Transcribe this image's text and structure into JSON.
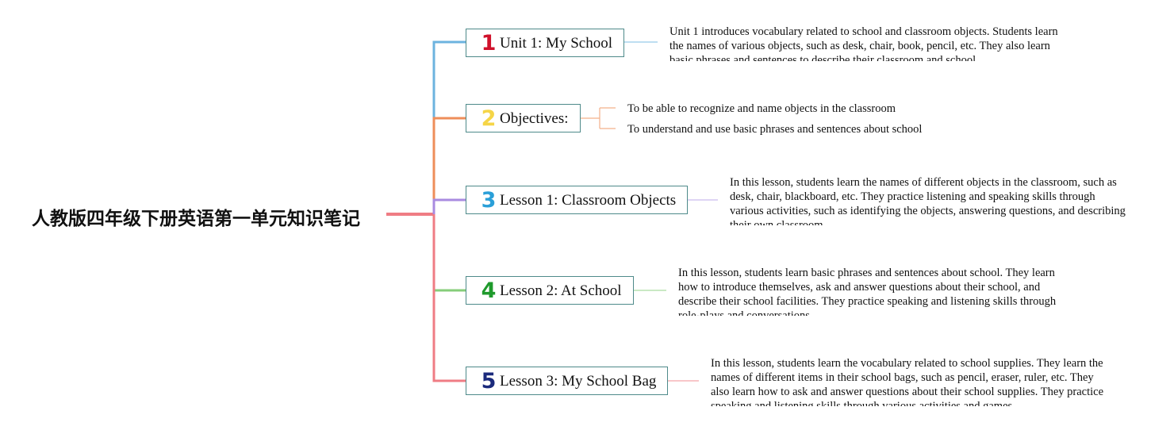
{
  "root": {
    "title": "人教版四年级下册英语第一单元知识笔记"
  },
  "colors": {
    "root_line": "#ef7c84",
    "branch_1": "#6cb3df",
    "branch_2": "#ee8e5a",
    "branch_3": "#a98be0",
    "branch_4": "#86cd7a",
    "branch_5": "#ef7c84",
    "num_1": "#d0112b",
    "num_2": "#f5d547",
    "num_3": "#2a9fd8",
    "num_4": "#1f9a2c",
    "num_5": "#1b2a7c",
    "box_border": "#4e8a8a"
  },
  "branches": [
    {
      "number": "1",
      "label": "Unit 1: My School",
      "description": "Unit 1 introduces vocabulary related to school and classroom objects. Students learn the names of various objects, such as desk, chair, book, pencil, etc. They also learn basic phrases and sentences to describe their classroom and school."
    },
    {
      "number": "2",
      "label": "Objectives:",
      "items": [
        "To be able to recognize and name objects in the classroom",
        "To understand and use basic phrases and sentences about school"
      ]
    },
    {
      "number": "3",
      "label": "Lesson 1: Classroom Objects",
      "description": "In this lesson, students learn the names of different objects in the classroom, such as desk, chair, blackboard, etc. They practice listening and speaking skills through various activities, such as identifying the objects, answering questions, and describing their own classroom."
    },
    {
      "number": "4",
      "label": "Lesson 2: At School",
      "description": "In this lesson, students learn basic phrases and sentences about school. They learn how to introduce themselves, ask and answer questions about their school, and describe their school facilities. They practice speaking and listening skills through role-plays and conversations."
    },
    {
      "number": "5",
      "label": "Lesson 3: My School Bag",
      "description": "In this lesson, students learn the vocabulary related to school supplies. They learn the names of different items in their school bags, such as pencil, eraser, ruler, etc. They also learn how to ask and answer questions about their school supplies. They practice speaking and listening skills through various activities and games."
    }
  ]
}
